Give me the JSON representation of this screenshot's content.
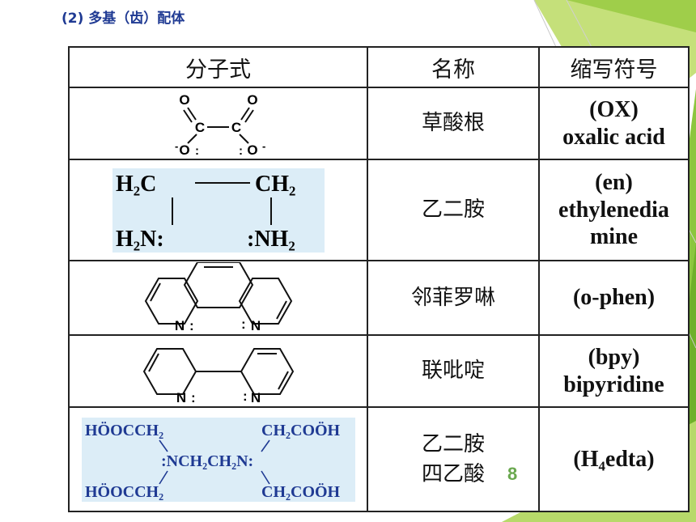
{
  "slide": {
    "title": "(2) 多基（齿）配体",
    "page_number": "8"
  },
  "table": {
    "headers": [
      "分子式",
      "名称",
      "缩写符号"
    ],
    "rows": [
      {
        "name": "草酸根",
        "abbr_line1": "(OX)",
        "abbr_line2": "oxalic acid",
        "formula": {
          "o_top_left": "O",
          "o_top_right": "O",
          "c_left": "C",
          "c_right": "C",
          "o_bottom_left": "O",
          "o_bottom_right": "O",
          "charge": "-",
          "lone_pair": ":"
        }
      },
      {
        "name": "乙二胺",
        "abbr_line1": "(en)",
        "abbr_line2": "ethylenedia",
        "abbr_line3": "mine",
        "formula": {
          "h2c": "H₂C",
          "ch2": "CH₂",
          "h2n": "H₂N:",
          "nh2": ":NH₂"
        }
      },
      {
        "name": "邻菲罗啉",
        "abbr_line1": "(o-phen)",
        "formula": {
          "n_left": "N",
          "n_right": "N",
          "lone_pair": ":"
        }
      },
      {
        "name": "联吡啶",
        "abbr_line1": "(bpy)",
        "abbr_line2": "bipyridine",
        "formula": {
          "n_left": "N",
          "n_right": "N",
          "lone_pair": ":"
        }
      },
      {
        "name_line1": "乙二胺",
        "name_line2": "四乙酸",
        "abbr_line1": "(H₄edta)",
        "formula": {
          "top_left": "HÖOCCH₂",
          "top_right": "CH₂COÖH",
          "middle": ":NCH₂CH₂N:",
          "bottom_left": "HÖOCCH₂",
          "bottom_right": "CH₂COÖH"
        }
      }
    ]
  },
  "colors": {
    "title": "#1f3a93",
    "page_number": "#6aa84f",
    "deco_green_light": "#c5e07a",
    "deco_green": "#8cc63f",
    "edta_background": "#dcedf7"
  }
}
